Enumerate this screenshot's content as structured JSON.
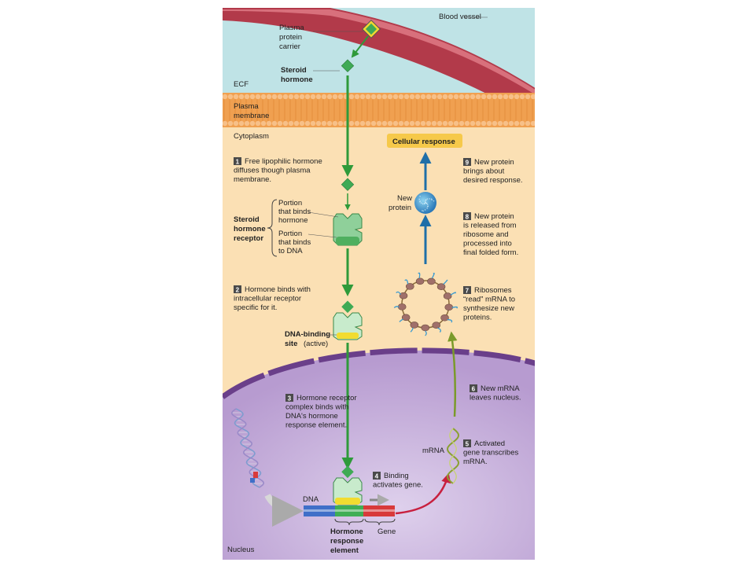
{
  "regions": {
    "blood_vessel": "Blood vessel",
    "ecf": "ECF",
    "plasma_membrane": [
      "Plasma",
      "membrane"
    ],
    "cytoplasm": "Cytoplasm",
    "nucleus": "Nucleus"
  },
  "labels": {
    "carrier": [
      "Plasma",
      "protein",
      "carrier"
    ],
    "steroid_hormone": [
      "Steroid",
      "hormone"
    ],
    "receptor": [
      "Steroid",
      "hormone",
      "receptor"
    ],
    "binds_hormone": [
      "Portion",
      "that binds",
      "hormone"
    ],
    "binds_dna": [
      "Portion",
      "that binds",
      "to DNA"
    ],
    "dna_binding_site": [
      "DNA-binding",
      "site",
      "(active)"
    ],
    "dna": "DNA",
    "hre": [
      "Hormone",
      "response",
      "element"
    ],
    "gene": "Gene",
    "mrna": "mRNA",
    "new_protein": [
      "New",
      "protein"
    ],
    "cellular_response": "Cellular response"
  },
  "steps": [
    {
      "num": "1",
      "lines": [
        "Free lipophilic hormone",
        "diffuses though plasma",
        "membrane."
      ]
    },
    {
      "num": "2",
      "lines": [
        "Hormone binds with",
        "intracellular receptor",
        "specific for it."
      ]
    },
    {
      "num": "3",
      "lines": [
        "Hormone receptor",
        "complex binds with",
        "DNA's hormone",
        "response element."
      ]
    },
    {
      "num": "4",
      "lines": [
        "Binding",
        "activates gene."
      ]
    },
    {
      "num": "5",
      "lines": [
        "Activated",
        "gene transcribes",
        "mRNA."
      ]
    },
    {
      "num": "6",
      "lines": [
        "New mRNA",
        "leaves nucleus."
      ]
    },
    {
      "num": "7",
      "lines": [
        "Ribosomes",
        "“read” mRNA to",
        "synthesize new",
        "proteins."
      ]
    },
    {
      "num": "8",
      "lines": [
        "New protein",
        "is released from",
        "ribosome and",
        "processed into",
        "final folded form."
      ]
    },
    {
      "num": "9",
      "lines": [
        "New protein",
        "brings about",
        "desired response."
      ]
    }
  ],
  "colors": {
    "ecf": "#bfe3e6",
    "cytoplasm": "#fbe0b4",
    "membrane": "#f0a050",
    "vessel": "#b23a4a",
    "nucleus": "#c8b0dc",
    "hormone": "#3faa55",
    "arrow_green": "#2f9a3a",
    "arrow_blue": "#1f6fa8",
    "arrow_red": "#c8203f",
    "dna_blue": "#3f6fc8",
    "dna_green": "#3fae55",
    "dna_red": "#d83a3a",
    "response_box": "#f6c94a"
  }
}
